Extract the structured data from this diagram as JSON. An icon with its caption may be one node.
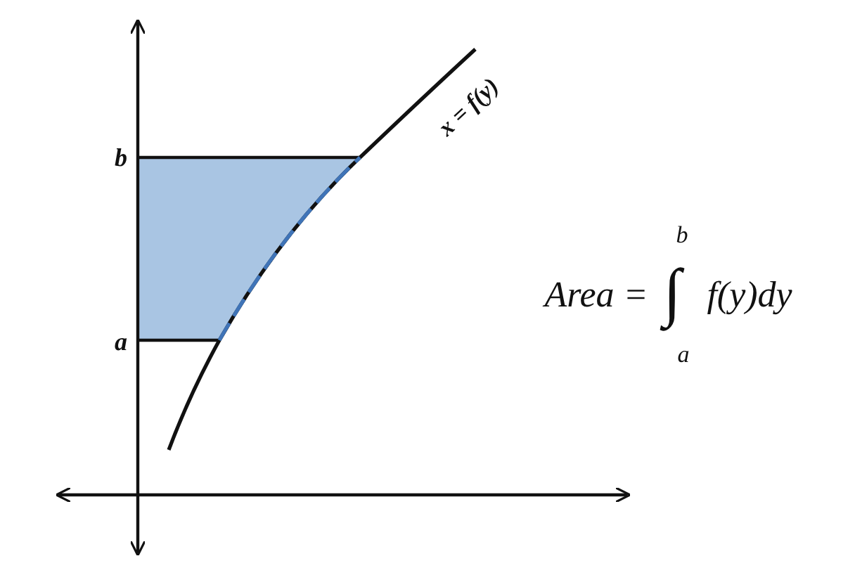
{
  "diagram": {
    "labels": [
      "b",
      "a",
      "x = f(y)",
      "Area =",
      "b",
      "∫",
      "a",
      "f(y)dy"
    ]
  }
}
